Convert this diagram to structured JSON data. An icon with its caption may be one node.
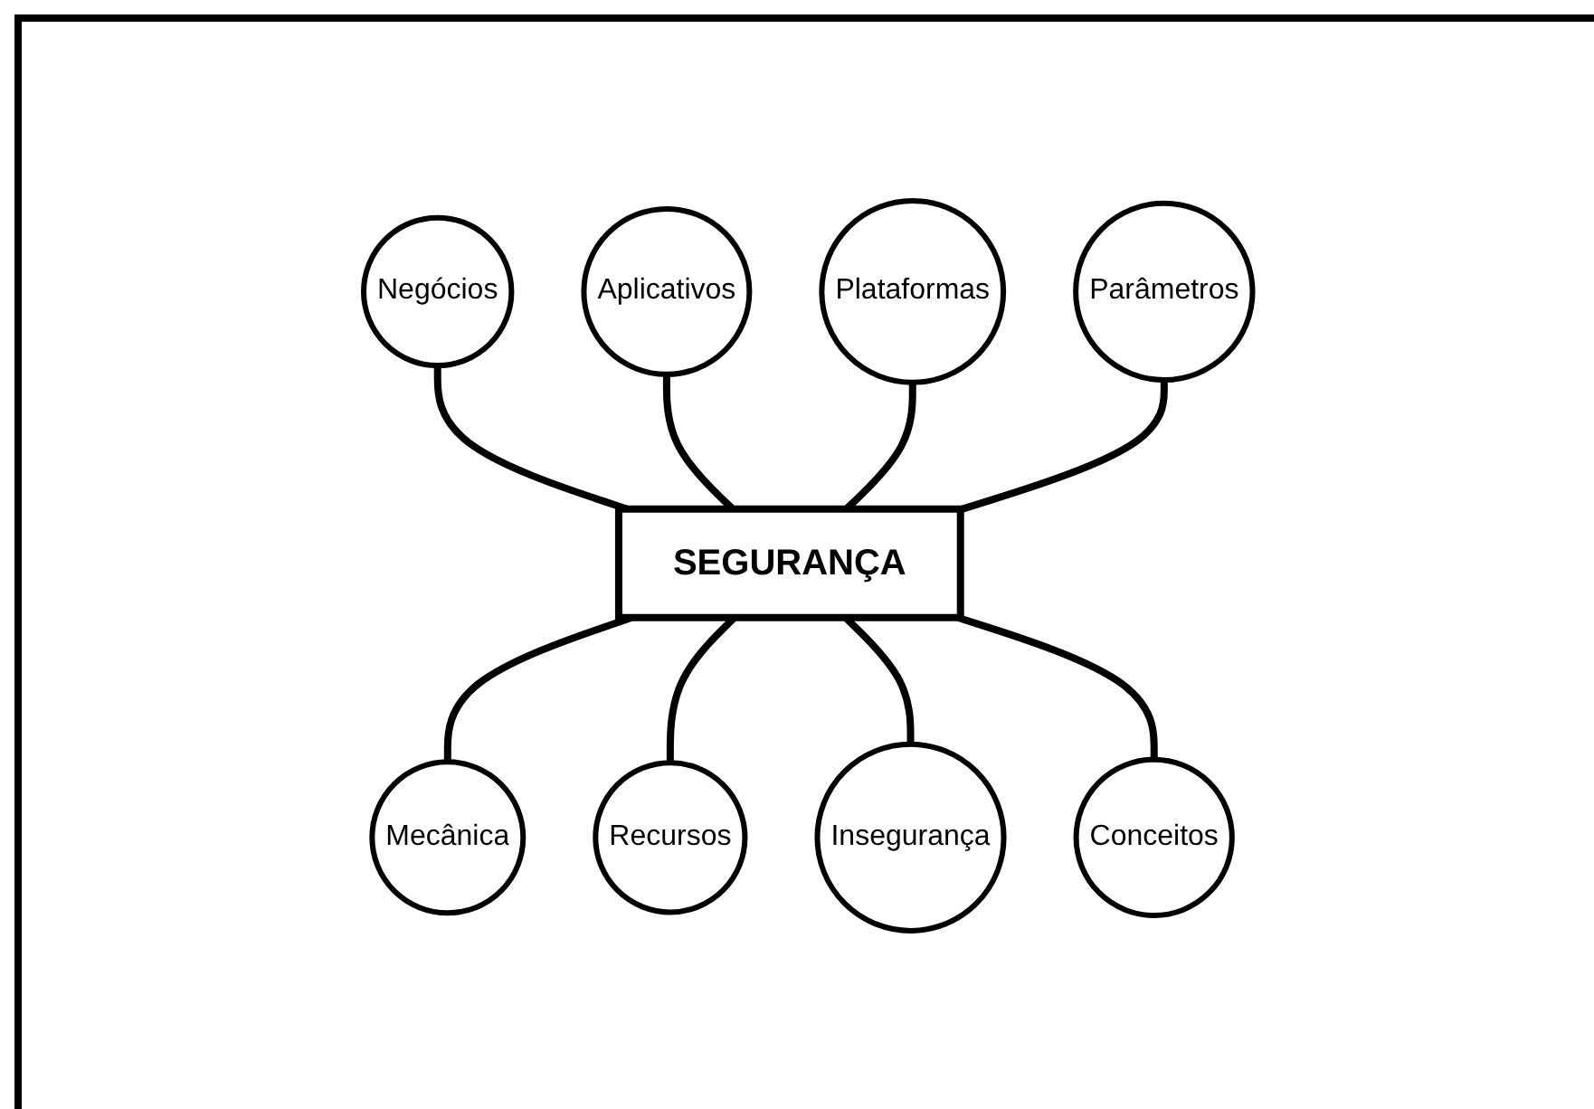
{
  "diagram": {
    "nodes": [
      {
        "text": [
          "Negócios"
        ]
      },
      {
        "text": [
          "Aplicativos"
        ]
      },
      {
        "text": [
          "Plataformas"
        ]
      },
      {
        "text": [
          "Parâmetros"
        ]
      },
      {
        "text": [
          "SEGURANÇA"
        ]
      },
      {
        "text": [
          "Mecânica"
        ]
      },
      {
        "text": [
          "Recursos"
        ]
      },
      {
        "text": [
          "Insegurança"
        ]
      },
      {
        "text": [
          "Conceitos"
        ]
      }
    ],
    "edges": [
      {
        "from": 0,
        "to": 4,
        "arrow": "none"
      },
      {
        "from": 1,
        "to": 4,
        "arrow": "none"
      },
      {
        "from": 2,
        "to": 4,
        "arrow": "none"
      },
      {
        "from": 3,
        "to": 4,
        "arrow": "none"
      },
      {
        "from": 4,
        "to": 5,
        "arrow": "none"
      },
      {
        "from": 4,
        "to": 6,
        "arrow": "none"
      },
      {
        "from": 4,
        "to": 7,
        "arrow": "none"
      },
      {
        "from": 4,
        "to": 8,
        "arrow": "none"
      }
    ]
  }
}
